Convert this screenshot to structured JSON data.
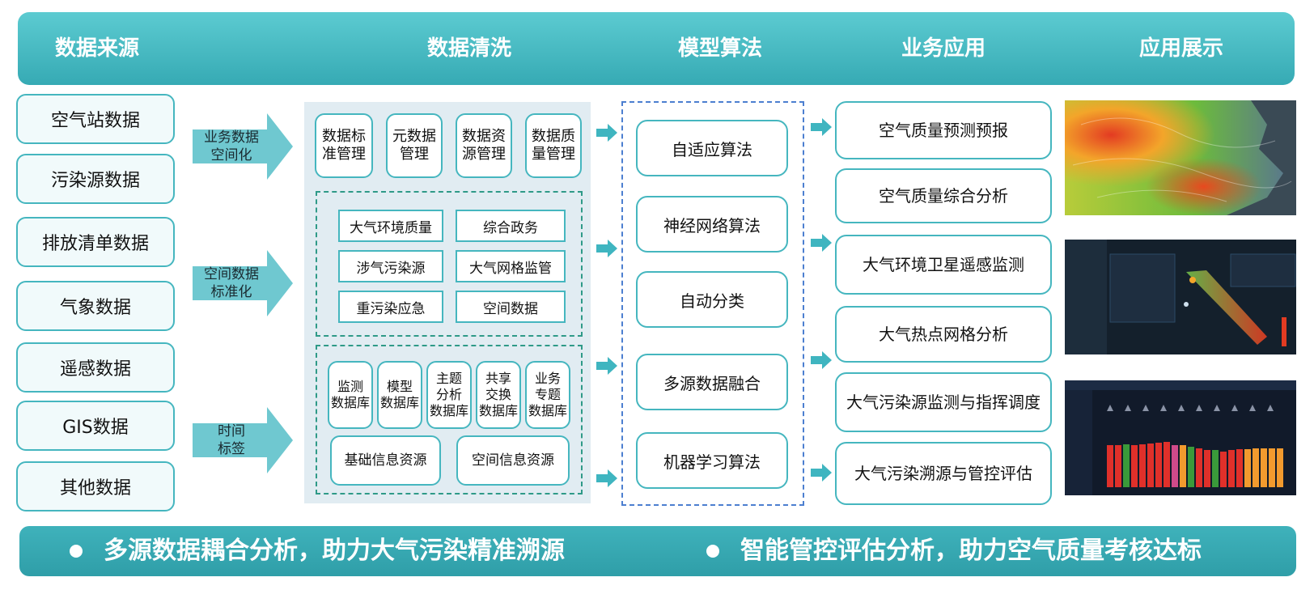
{
  "header": {
    "col_source": "数据来源",
    "col_clean": "数据清洗",
    "col_model": "模型算法",
    "col_app": "业务应用",
    "col_display": "应用展示"
  },
  "sources": [
    "空气站数据",
    "污染源数据",
    "排放清单数据",
    "气象数据",
    "遥感数据",
    "GIS数据",
    "其他数据"
  ],
  "process_arrows": [
    {
      "line1": "业务数据",
      "line2": "空间化"
    },
    {
      "line1": "空间数据",
      "line2": "标准化"
    },
    {
      "line1": "时间",
      "line2": "标签"
    }
  ],
  "cleaning": {
    "management": [
      {
        "line1": "数据标",
        "line2": "准管理"
      },
      {
        "line1": "元数据",
        "line2": "管理"
      },
      {
        "line1": "数据资",
        "line2": "源管理"
      },
      {
        "line1": "数据质",
        "line2": "量管理"
      }
    ],
    "themes": [
      "大气环境质量",
      "综合政务",
      "涉气污染源",
      "大气网格监管",
      "重污染应急",
      "空间数据"
    ],
    "databases": [
      {
        "line1": "监测",
        "line2": "数据库"
      },
      {
        "line1": "模型",
        "line2": "数据库"
      },
      {
        "line1": "主题",
        "line2": "分析",
        "line3": "数据库"
      },
      {
        "line1": "共享",
        "line2": "交换",
        "line3": "数据库"
      },
      {
        "line1": "业务",
        "line2": "专题",
        "line3": "数据库"
      }
    ],
    "resources": [
      "基础信息资源",
      "空间信息资源"
    ]
  },
  "models": [
    "自适应算法",
    "神经网络算法",
    "自动分类",
    "多源数据融合",
    "机器学习算法"
  ],
  "applications": [
    {
      "text": "空气质量预测预报"
    },
    {
      "text": "空气质量综合分析"
    },
    {
      "text": "大气环境卫星遥感监测"
    },
    {
      "text": "大气热点网格分析"
    },
    {
      "text": "大气污染源监测与指挥调度"
    },
    {
      "text": "大气污染溯源与管控评估"
    }
  ],
  "footer": {
    "left": "多源数据耦合分析，助力大气污染精准溯源",
    "right": "智能管控评估分析，助力空气质量考核达标"
  },
  "colors": {
    "teal": "#45b6bf",
    "header": "#4bbcc4",
    "arrow": "#3fb5c0",
    "model_border": "#4c7fd0",
    "bar_red": "#e0302a",
    "bar_orange": "#f29a2e",
    "bar_green": "#3a9a3a"
  }
}
